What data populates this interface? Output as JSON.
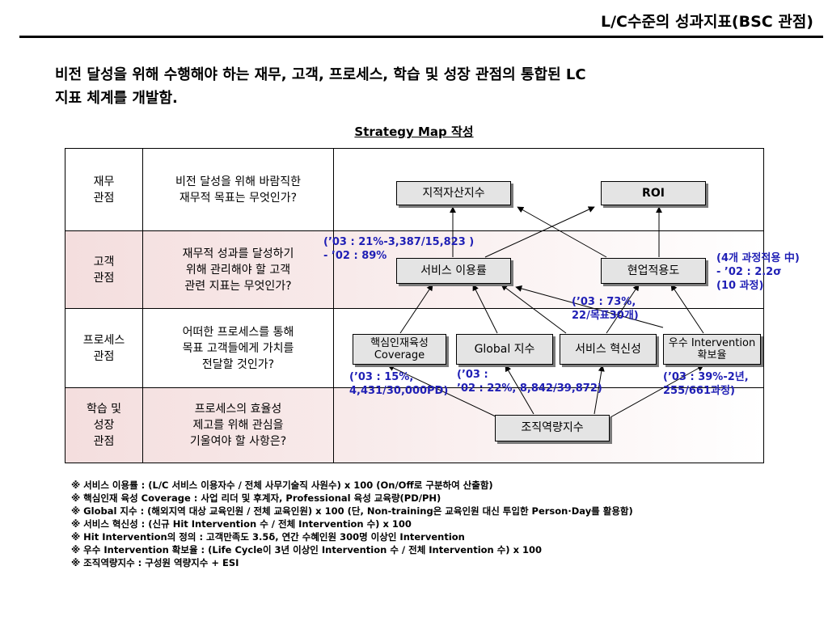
{
  "header": {
    "title": "L/C수준의 성과지표(BSC 관점)"
  },
  "intro": {
    "line1": "비전 달성을 위해 수행해야 하는 재무, 고객, 프로세스, 학습 및 성장 관점의 통합된 LC",
    "line2": "지표 체계를 개발함."
  },
  "strategy_map": {
    "title": "Strategy Map 작성"
  },
  "rows": [
    {
      "perspective": "재무\n관점",
      "question": "비전 달성을 위해 바람직한\n재무적 목표는 무엇인가?"
    },
    {
      "perspective": "고객\n관점",
      "question": "재무적 성과를 달성하기\n위해 관리해야 할 고객\n관련 지표는 무엇인가?"
    },
    {
      "perspective": "프로세스\n관점",
      "question": "어떠한 프로세스를 통해\n목표 고객들에게 가치를\n전달할  것인가?"
    },
    {
      "perspective": "학습 및\n성장\n관점",
      "question": "프로세스의 효율성\n제고를 위해 관심을\n기울여야 할 사항은?"
    }
  ],
  "nodes": {
    "intellectual_assets": "지적자산지수",
    "roi": "ROI",
    "service_usage": "서비스 이용률",
    "field_applicability": "현업적용도",
    "core_talent_coverage": "핵심인재육성\nCoverage",
    "global_index": "Global 지수",
    "service_innovation": "서비스 혁신성",
    "excellent_intervention": "우수 Intervention\n확보율",
    "org_capability": "조직역량지수"
  },
  "annotations": {
    "service_usage": "(’03 : 21%-3,387/15,823 )\n - ’02 : 89%",
    "field_applicability": "(4개 과정적용 中)\n- ’02 : 2.2σ\n   (10 과정)",
    "service_innovation": "(’03 : 73%,\n  22/목표30개)",
    "core_talent_coverage": "(’03 : 15%,\n  4,431/30,000PD)",
    "global_index": "(’03 :\n  ’02 : 22%, 8,842/39,872)",
    "excellent_intervention": "(’03 : 39%-2년,\n  255/661과정)"
  },
  "notes": [
    "※ 서비스 이용률 : (L/C 서비스 이용자수 / 전체 사무기술직 사원수) x 100 (On/Off로 구분하여 산출함)",
    "※ 핵심인재 육성 Coverage : 사업 리더 및 후계자, Professional 육성 교육량(PD/PH)",
    "※ Global 지수 : (해외지역 대상 교육인원 / 전체 교육인원) x 100  (단, Non-training은 교육인원 대신 투입한 Person·Day를 활용함)",
    "※ 서비스 혁신성 :  (신규 Hit Intervention 수 / 전체 Intervention 수) x 100",
    "※ Hit Intervention의 정의 : 고객만족도 3.5δ, 연간 수혜인원 300명 이상인 Intervention",
    "※ 우수 Intervention 확보율 : (Life Cycle이 3년 이상인 Intervention 수 / 전체 Intervention 수) x 100",
    "※ 조직역량지수 : 구성원 역량지수 + ESI"
  ]
}
